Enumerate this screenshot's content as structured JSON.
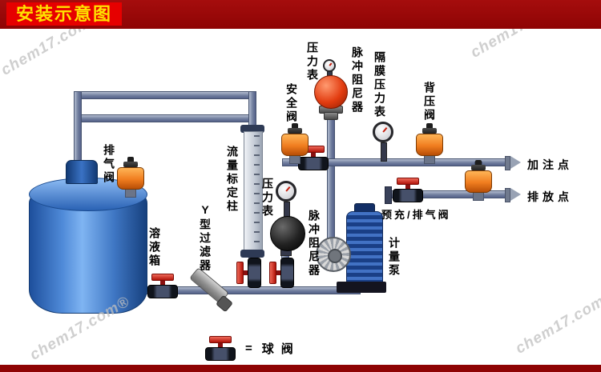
{
  "banner": {
    "title": "安装示意图"
  },
  "watermark": {
    "text": "chem17.com®"
  },
  "labels": {
    "exhaust_valve": "排气阀",
    "solution_tank": "溶液箱",
    "flow_calibration_column": "流量标定柱",
    "y_strainer": "Y型过滤器",
    "pressure_gauge_suction": "压力表",
    "pulse_damper_suction": "脉冲阻尼器",
    "pressure_gauge_discharge": "压力表",
    "safety_valve": "安全阀",
    "pulse_damper_discharge": "脉冲阻尼器",
    "diaphragm_pressure_gauge": "隔膜压力表",
    "back_pressure_valve": "背压阀",
    "filling_point": "加注点",
    "discharge_point": "排放点",
    "precharge_vent_valve": "预充/排气阀",
    "metering_pump": "计量泵"
  },
  "legend": {
    "equals": "=",
    "ball_valve": "球阀"
  },
  "colors": {
    "banner_red": "#9a0505",
    "title_box_red": "#e60000",
    "title_text_yellow": "#ffe100",
    "pipe_blue_gray": "#707e9e",
    "valve_orange": "#f07d1f",
    "handle_red": "#c01810",
    "tank_blue": "#2f66b8",
    "pump_blue": "#2a55a4"
  }
}
